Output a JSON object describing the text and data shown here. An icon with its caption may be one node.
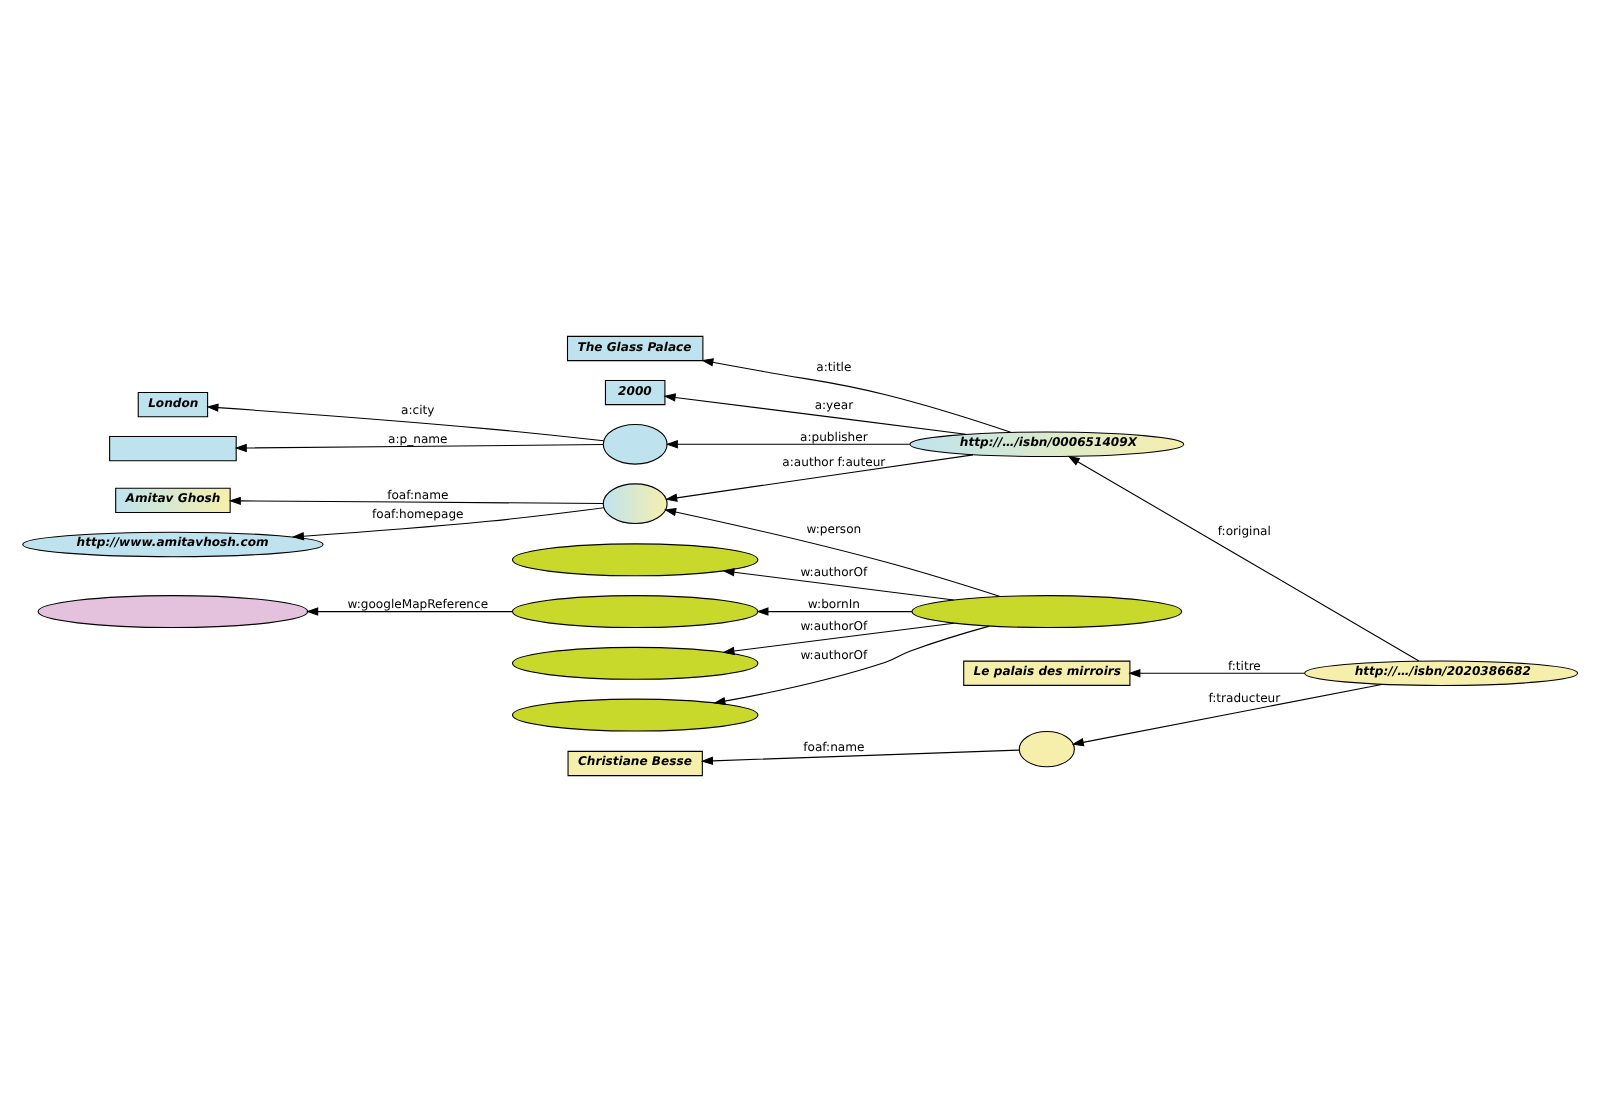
{
  "diagram": {
    "nodes": [
      {
        "text": [
          "The Glass Palace"
        ]
      },
      {
        "text": [
          "http://…/isbn/000651409X"
        ]
      },
      {
        "text": [
          "2000"
        ]
      },
      {
        "text": [
          "London"
        ]
      },
      {
        "text": [],
        "shape": "ellipse"
      },
      {
        "text": [],
        "shape": "box"
      },
      {
        "text": [
          "Le palais des mirroirs"
        ]
      },
      {
        "text": [
          "http://…/isbn/2020386682"
        ]
      },
      {
        "text": [],
        "shape": "ellipse"
      },
      {
        "text": [],
        "shape": "ellipse"
      },
      {
        "text": [
          "Amitav Ghosh"
        ]
      },
      {
        "text": [
          "http://www.amitavhosh.com"
        ]
      },
      {
        "text": [
          "Christiane Besse"
        ]
      },
      {
        "text": [],
        "shape": "ellipse"
      },
      {
        "text": [],
        "shape": "ellipse"
      },
      {
        "text": [],
        "shape": "ellipse"
      },
      {
        "text": [],
        "shape": "ellipse"
      },
      {
        "text": [],
        "shape": "ellipse"
      },
      {
        "text": [],
        "shape": "ellipse"
      }
    ],
    "edges": [
      {
        "from": 1,
        "to": 0,
        "arrow": "to",
        "label": "a:title"
      },
      {
        "from": 1,
        "to": 2,
        "arrow": "to",
        "label": "a:year"
      },
      {
        "from": 1,
        "to": 4,
        "arrow": "to",
        "label": "a:publisher"
      },
      {
        "from": 4,
        "to": 3,
        "arrow": "to",
        "label": "a:city"
      },
      {
        "from": 4,
        "to": 5,
        "arrow": "to",
        "label": "a:p_name"
      },
      {
        "from": 1,
        "to": 8,
        "arrow": "to",
        "label": "a:author f:auteur"
      },
      {
        "from": 7,
        "to": 1,
        "arrow": "to",
        "label": "f:original"
      },
      {
        "from": 7,
        "to": 6,
        "arrow": "to",
        "label": "f:titre"
      },
      {
        "from": 7,
        "to": 9,
        "arrow": "to",
        "label": "f:traducteur"
      },
      {
        "from": 9,
        "to": 12,
        "arrow": "to",
        "label": "foaf:name"
      },
      {
        "from": 8,
        "to": 10,
        "arrow": "to",
        "label": "foaf:name"
      },
      {
        "from": 8,
        "to": 11,
        "arrow": "to",
        "label": "foaf:homepage"
      },
      {
        "from": 13,
        "to": 8,
        "arrow": "to",
        "label": "w:person"
      },
      {
        "from": 13,
        "to": 14,
        "arrow": "to",
        "label": "w:authorOf"
      },
      {
        "from": 13,
        "to": 15,
        "arrow": "to",
        "label": "w:bornIn"
      },
      {
        "from": 13,
        "to": 16,
        "arrow": "to",
        "label": "w:authorOf"
      },
      {
        "from": 13,
        "to": 18,
        "arrow": "to",
        "label": "w:authorOf"
      },
      {
        "from": 15,
        "to": 17,
        "arrow": "to",
        "label": "w:googleMapReference"
      }
    ]
  }
}
